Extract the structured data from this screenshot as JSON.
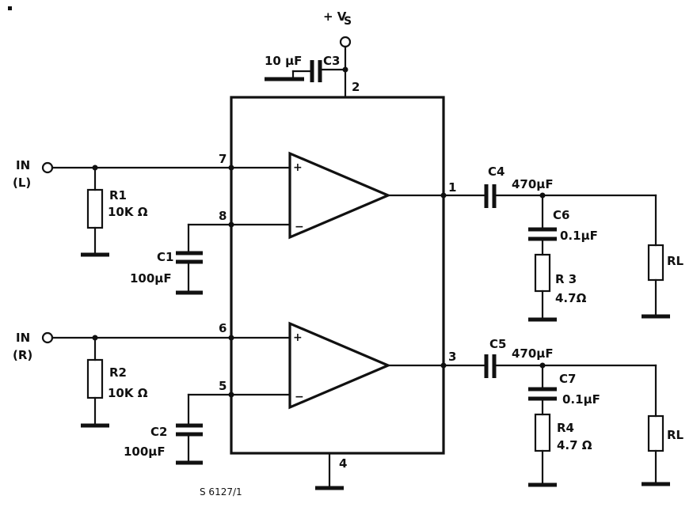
{
  "supply": {
    "label": "+ V",
    "subscript": "S"
  },
  "pins": {
    "p1": "1",
    "p2": "2",
    "p3": "3",
    "p4": "4",
    "p5": "5",
    "p6": "6",
    "p7": "7",
    "p8": "8"
  },
  "inputs": {
    "left_in": "IN",
    "left_ch": "(L)",
    "right_in": "IN",
    "right_ch": "(R)"
  },
  "components": {
    "c3": {
      "name": "C3",
      "value": "10 μF"
    },
    "r1": {
      "name": "R1",
      "value": "10K Ω"
    },
    "r2": {
      "name": "R2",
      "value": "10K Ω"
    },
    "c1": {
      "name": "C1",
      "value": "100μF"
    },
    "c2": {
      "name": "C2",
      "value": "100μF"
    },
    "c4": {
      "name": "C4",
      "value": "470μF"
    },
    "c5": {
      "name": "C5",
      "value": "470μF"
    },
    "c6": {
      "name": "C6",
      "value": "0.1μF"
    },
    "c7": {
      "name": "C7",
      "value": "0.1μF"
    },
    "r3": {
      "name": "R 3",
      "value": "4.7Ω"
    },
    "r4": {
      "name": "R4",
      "value": "4.7 Ω"
    },
    "rl_top": {
      "name": "RL"
    },
    "rl_bottom": {
      "name": "RL"
    }
  },
  "opamp_signs": {
    "plus": "+",
    "minus": "−"
  },
  "figure_code": "S  6127/1"
}
